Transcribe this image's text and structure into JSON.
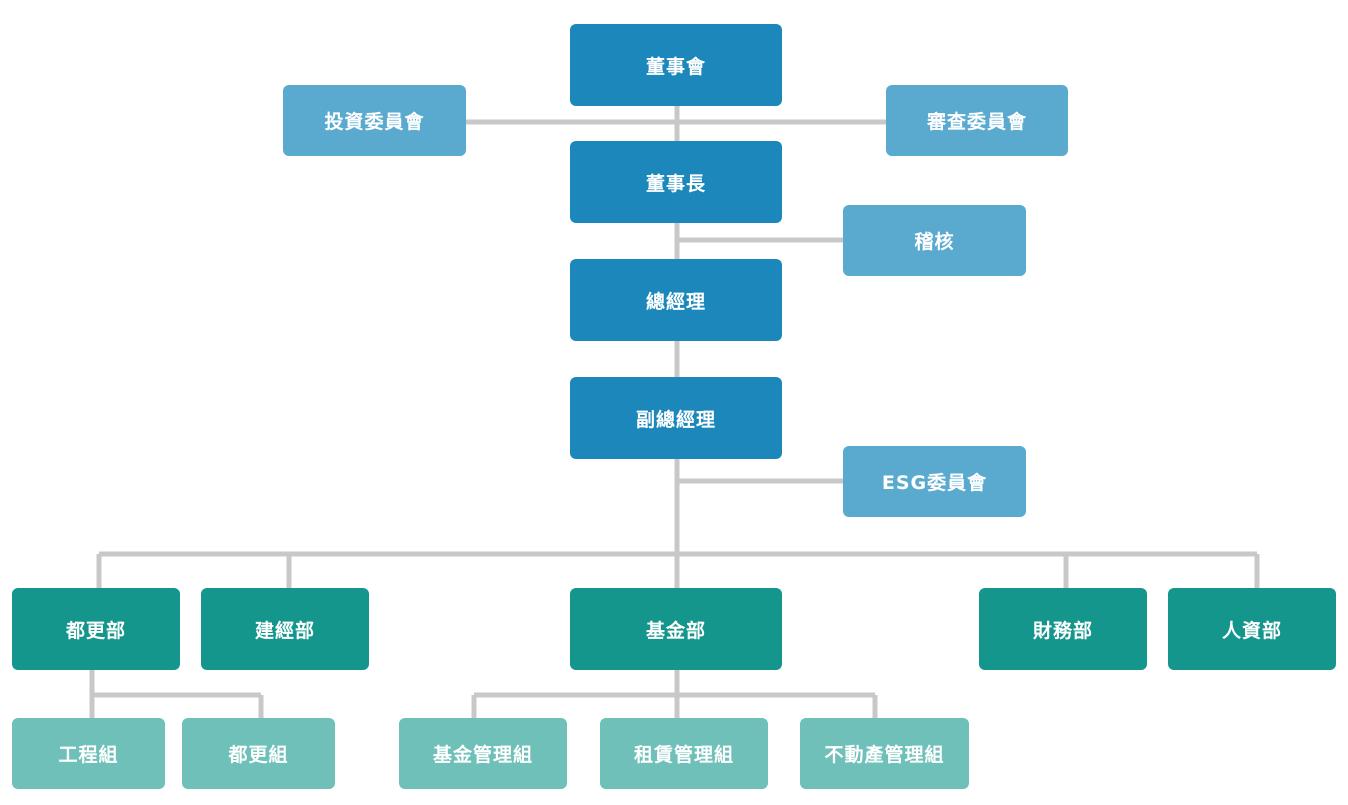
{
  "org_chart": {
    "board": "董事會",
    "investment_committee": "投資委員會",
    "review_committee": "審查委員會",
    "chairman": "董事長",
    "audit": "稽核",
    "general_manager": "總經理",
    "deputy_general_manager": "副總經理",
    "esg_committee": "ESG委員會",
    "departments": {
      "urban_renewal": "都更部",
      "construction_management": "建經部",
      "fund": "基金部",
      "finance": "財務部",
      "human_resources": "人資部"
    },
    "groups": {
      "engineering": "工程組",
      "urban_renewal_group": "都更組",
      "fund_management": "基金管理組",
      "leasing_management": "租賃管理組",
      "real_estate_management": "不動產管理組"
    }
  },
  "colors": {
    "executive": "#1b87ba",
    "committee": "#5aaad0",
    "department": "#15968c",
    "group": "#6ec0b9",
    "connector": "#c8c8c8"
  }
}
